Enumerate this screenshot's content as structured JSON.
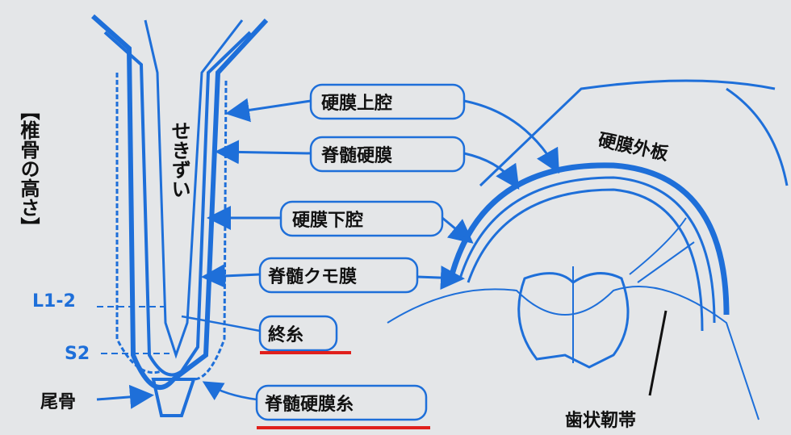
{
  "title_vertical": "【椎骨の高さ】",
  "spinal_cord_label": "せきずい",
  "levels": {
    "l1_2": "L1-2",
    "s2": "S2"
  },
  "coccyx_label": "尾骨",
  "labels": {
    "epidural_space": "硬膜上腔",
    "spinal_dura": "脊髄硬膜",
    "subdural_space": "硬膜下腔",
    "spinal_arachnoid": "脊髄クモ膜",
    "filum_terminale": "終糸",
    "dural_filum": "脊髄硬膜糸",
    "outer_dural_layer": "硬膜外板",
    "denticulate_ligament": "歯状靭帯"
  },
  "colors": {
    "line": "#1e6fd9",
    "underline": "#e0201c",
    "background": "#e4e6e8"
  }
}
